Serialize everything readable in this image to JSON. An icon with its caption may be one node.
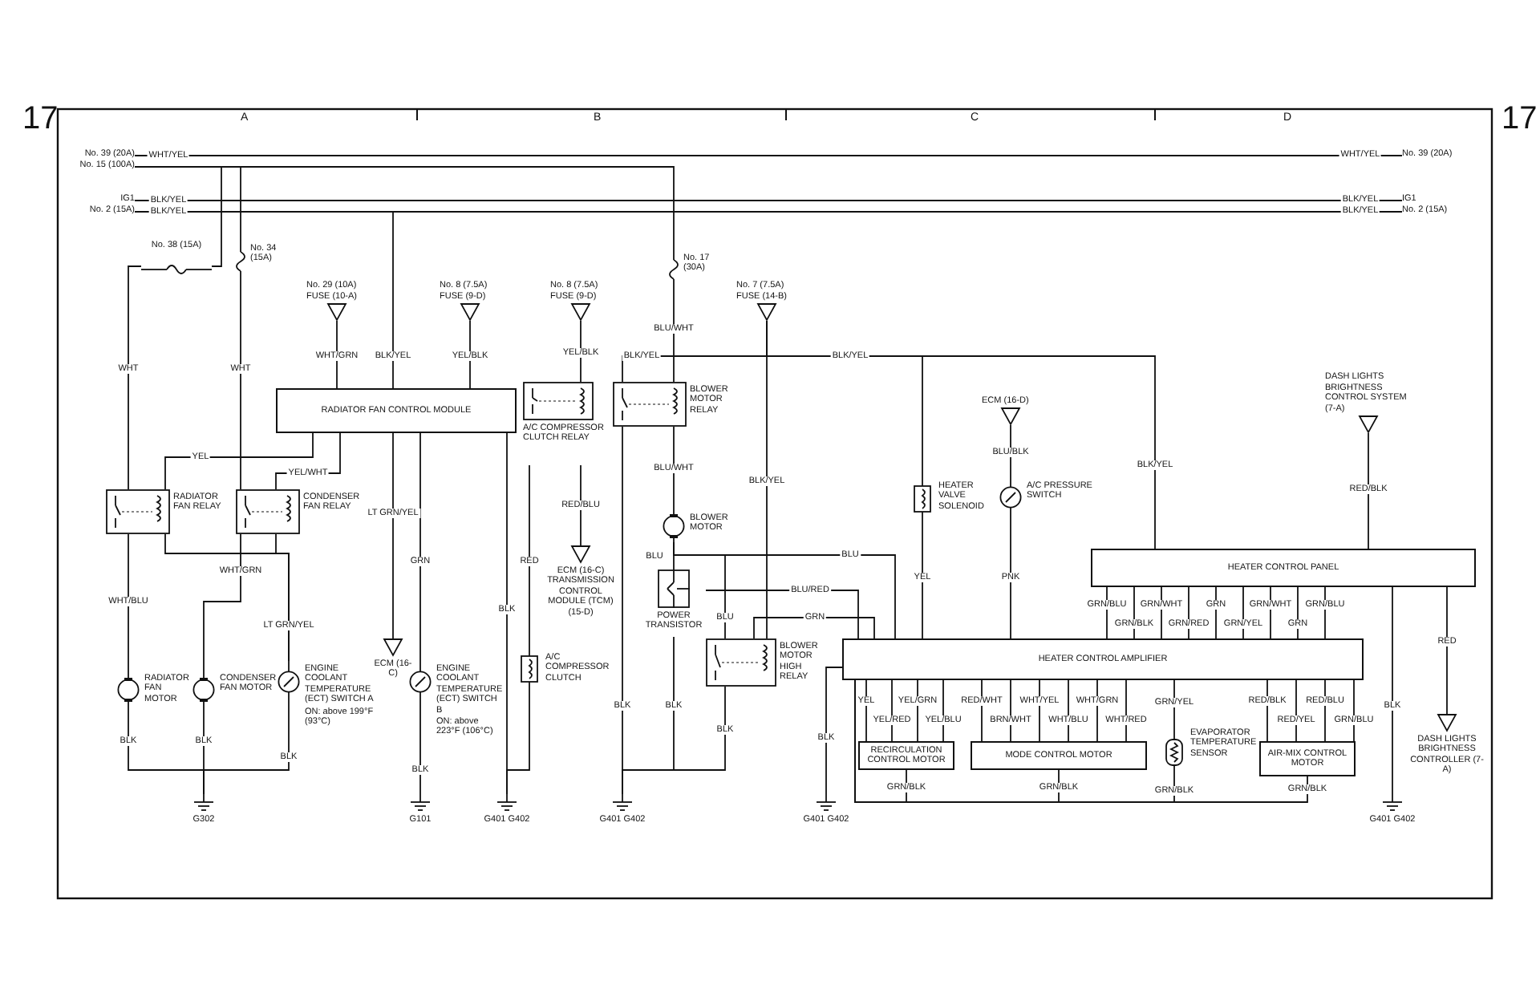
{
  "diagram": {
    "nodes": [
      {
        "text": [
          "No. 39 (20A)"
        ]
      },
      {
        "text": [
          "No. 15 (100A)"
        ]
      },
      {
        "text": [
          "IG1"
        ]
      },
      {
        "text": [
          "No. 2 (15A)"
        ]
      },
      {
        "text": [
          "No. 39 (20A)"
        ]
      },
      {
        "text": [
          "IG1"
        ]
      },
      {
        "text": [
          "No. 2 (15A)"
        ]
      },
      {
        "text": [
          "No. 38 (15A)"
        ]
      },
      {
        "text": [
          "No. 34 (15A)"
        ]
      },
      {
        "text": [
          "No. 29 (10A) FUSE (10-A)"
        ]
      },
      {
        "text": [
          "No. 8 (7.5A) FUSE (9-D)"
        ]
      },
      {
        "text": [
          "No. 8 (7.5A) FUSE (9-D)"
        ]
      },
      {
        "text": [
          "No. 17 (30A)"
        ]
      },
      {
        "text": [
          "No. 7 (7.5A) FUSE (14-B)"
        ]
      },
      {
        "text": [
          "RADIATOR FAN CONTROL MODULE"
        ]
      },
      {
        "text": [
          "RADIATOR FAN RELAY"
        ]
      },
      {
        "text": [
          "CONDENSER FAN RELAY"
        ]
      },
      {
        "text": [
          "RADIATOR FAN MOTOR"
        ]
      },
      {
        "text": [
          "CONDENSER FAN MOTOR"
        ]
      },
      {
        "text": [
          "ENGINE COOLANT TEMPERATURE (ECT) SWITCH A",
          "ON: above 199°F (93°C)"
        ]
      },
      {
        "text": [
          "ECM (16-C)"
        ]
      },
      {
        "text": [
          "ENGINE COOLANT TEMPERATURE (ECT) SWITCH B",
          "ON: above 223°F (106°C)"
        ]
      },
      {
        "text": [
          "A/C COMPRESSOR CLUTCH RELAY"
        ]
      },
      {
        "text": [
          "BLOWER MOTOR RELAY"
        ]
      },
      {
        "text": [
          "BLOWER MOTOR"
        ]
      },
      {
        "text": [
          "POWER TRANSISTOR"
        ]
      },
      {
        "text": [
          "BLOWER MOTOR HIGH RELAY"
        ]
      },
      {
        "text": [
          "A/C COMPRESSOR CLUTCH"
        ]
      },
      {
        "text": [
          "ECM (16-C) TRANSMISSION CONTROL MODULE (TCM) (15-D)"
        ]
      },
      {
        "text": [
          "HEATER VALVE SOLENOID"
        ]
      },
      {
        "text": [
          "ECM (16-D)"
        ]
      },
      {
        "text": [
          "A/C PRESSURE SWITCH"
        ]
      },
      {
        "text": [
          "DASH LIGHTS BRIGHTNESS CONTROL SYSTEM (7-A)"
        ]
      },
      {
        "text": [
          "HEATER CONTROL PANEL"
        ]
      },
      {
        "text": [
          "HEATER CONTROL AMPLIFIER"
        ]
      },
      {
        "text": [
          "RECIRCULATION CONTROL MOTOR"
        ]
      },
      {
        "text": [
          "MODE CONTROL MOTOR"
        ]
      },
      {
        "text": [
          "EVAPORATOR TEMPERATURE SENSOR"
        ]
      },
      {
        "text": [
          "AIR-MIX CONTROL MOTOR"
        ]
      },
      {
        "text": [
          "DASH LIGHTS BRIGHTNESS CONTROLLER (7-A)"
        ]
      },
      {
        "text": [
          "G302"
        ]
      },
      {
        "text": [
          "G101"
        ]
      },
      {
        "text": [
          "G401 G402"
        ]
      },
      {
        "text": [
          "G401 G402"
        ]
      },
      {
        "text": [
          "G401 G402"
        ]
      },
      {
        "text": [
          "G401 G402"
        ]
      }
    ],
    "edges": [
      {
        "from": 0,
        "to": 4,
        "arrow": "none",
        "label": "WHT/YEL"
      },
      {
        "from": 2,
        "to": 5,
        "arrow": "none",
        "label": "BLK/YEL"
      },
      {
        "from": 3,
        "to": 6,
        "arrow": "none",
        "label": "BLK/YEL"
      },
      {
        "from": 1,
        "to": 7,
        "arrow": "none"
      },
      {
        "from": 1,
        "to": 8,
        "arrow": "none"
      },
      {
        "from": 1,
        "to": 12,
        "arrow": "none"
      },
      {
        "from": 7,
        "to": 15,
        "arrow": "none",
        "label": "WHT"
      },
      {
        "from": 8,
        "to": 16,
        "arrow": "none",
        "label": "WHT"
      },
      {
        "from": 9,
        "to": 14,
        "arrow": "none",
        "label": "WHT/GRN"
      },
      {
        "from": 3,
        "to": 14,
        "arrow": "none",
        "label": "BLK/YEL"
      },
      {
        "from": 10,
        "to": 14,
        "arrow": "none",
        "label": "YEL/BLK"
      },
      {
        "from": 14,
        "to": 15,
        "arrow": "none",
        "label": "YEL"
      },
      {
        "from": 14,
        "to": 16,
        "arrow": "none",
        "label": "YEL/WHT"
      },
      {
        "from": 14,
        "to": 20,
        "arrow": "none",
        "label": "LT GRN/YEL"
      },
      {
        "from": 14,
        "to": 21,
        "arrow": "none",
        "label": "GRN"
      },
      {
        "from": 14,
        "to": 42,
        "arrow": "none",
        "label": "BLK"
      },
      {
        "from": 15,
        "to": 17,
        "arrow": "none",
        "label": "WHT/BLU"
      },
      {
        "from": 16,
        "to": 18,
        "arrow": "none",
        "label": "WHT/GRN"
      },
      {
        "from": 15,
        "to": 19,
        "arrow": "none"
      },
      {
        "from": 16,
        "to": 19,
        "arrow": "none",
        "label": "LT GRN/YEL"
      },
      {
        "from": 17,
        "to": 40,
        "arrow": "none",
        "label": "BLK"
      },
      {
        "from": 18,
        "to": 40,
        "arrow": "none",
        "label": "BLK"
      },
      {
        "from": 19,
        "to": 40,
        "arrow": "none",
        "label": "BLK"
      },
      {
        "from": 21,
        "to": 41,
        "arrow": "none",
        "label": "BLK"
      },
      {
        "from": 11,
        "to": 22,
        "arrow": "none",
        "label": "YEL/BLK"
      },
      {
        "from": 22,
        "to": 27,
        "arrow": "none",
        "label": "RED"
      },
      {
        "from": 22,
        "to": 28,
        "arrow": "none",
        "label": "RED/BLU"
      },
      {
        "from": 27,
        "to": 42,
        "arrow": "none"
      },
      {
        "from": 12,
        "to": 23,
        "arrow": "none",
        "label": "BLU/WHT"
      },
      {
        "from": 13,
        "to": 23,
        "arrow": "none",
        "label": "BLK/YEL"
      },
      {
        "from": 23,
        "to": 24,
        "arrow": "none",
        "label": "BLU/WHT"
      },
      {
        "from": 23,
        "to": 43,
        "arrow": "none",
        "label": "BLK"
      },
      {
        "from": 24,
        "to": 25,
        "arrow": "none",
        "label": "BLU"
      },
      {
        "from": 24,
        "to": 26,
        "arrow": "none",
        "label": "BLU"
      },
      {
        "from": 24,
        "to": 34,
        "arrow": "none",
        "label": "BLU"
      },
      {
        "from": 25,
        "to": 34,
        "arrow": "none",
        "label": "BLU/RED"
      },
      {
        "from": 25,
        "to": 43,
        "arrow": "none",
        "label": "BLK"
      },
      {
        "from": 26,
        "to": 43,
        "arrow": "none",
        "label": "BLK"
      },
      {
        "from": 13,
        "to": 26,
        "arrow": "none",
        "label": "BLK/YEL"
      },
      {
        "from": 26,
        "to": 34,
        "arrow": "none",
        "label": "GRN"
      },
      {
        "from": 13,
        "to": 29,
        "arrow": "none",
        "label": "BLK/YEL"
      },
      {
        "from": 29,
        "to": 34,
        "arrow": "none",
        "label": "YEL"
      },
      {
        "from": 30,
        "to": 31,
        "arrow": "none",
        "label": "BLU/BLK"
      },
      {
        "from": 31,
        "to": 34,
        "arrow": "none",
        "label": "PNK"
      },
      {
        "from": 13,
        "to": 33,
        "arrow": "none",
        "label": "BLK/YEL"
      },
      {
        "from": 32,
        "to": 33,
        "arrow": "none",
        "label": "RED/BLK"
      },
      {
        "from": 33,
        "to": 34,
        "arrow": "none",
        "label": "GRN/BLU"
      },
      {
        "from": 33,
        "to": 34,
        "arrow": "none",
        "label": "GRN/BLK"
      },
      {
        "from": 33,
        "to": 34,
        "arrow": "none",
        "label": "GRN/WHT"
      },
      {
        "from": 33,
        "to": 34,
        "arrow": "none",
        "label": "GRN/RED"
      },
      {
        "from": 33,
        "to": 34,
        "arrow": "none",
        "label": "GRN"
      },
      {
        "from": 33,
        "to": 34,
        "arrow": "none",
        "label": "GRN/YEL"
      },
      {
        "from": 33,
        "to": 34,
        "arrow": "none",
        "label": "GRN/WHT"
      },
      {
        "from": 33,
        "to": 34,
        "arrow": "none",
        "label": "GRN"
      },
      {
        "from": 33,
        "to": 34,
        "arrow": "none",
        "label": "GRN/BLU"
      },
      {
        "from": 33,
        "to": 45,
        "arrow": "none",
        "label": "BLK"
      },
      {
        "from": 33,
        "to": 39,
        "arrow": "none",
        "label": "RED"
      },
      {
        "from": 34,
        "to": 35,
        "arrow": "none",
        "label": "YEL"
      },
      {
        "from": 34,
        "to": 35,
        "arrow": "none",
        "label": "YEL/RED"
      },
      {
        "from": 34,
        "to": 35,
        "arrow": "none",
        "label": "YEL/GRN"
      },
      {
        "from": 34,
        "to": 35,
        "arrow": "none",
        "label": "YEL/BLU"
      },
      {
        "from": 34,
        "to": 36,
        "arrow": "none",
        "label": "RED/WHT"
      },
      {
        "from": 34,
        "to": 36,
        "arrow": "none",
        "label": "BRN/WHT"
      },
      {
        "from": 34,
        "to": 36,
        "arrow": "none",
        "label": "WHT/YEL"
      },
      {
        "from": 34,
        "to": 36,
        "arrow": "none",
        "label": "WHT/BLU"
      },
      {
        "from": 34,
        "to": 36,
        "arrow": "none",
        "label": "WHT/GRN"
      },
      {
        "from": 34,
        "to": 36,
        "arrow": "none",
        "label": "WHT/RED"
      },
      {
        "from": 34,
        "to": 37,
        "arrow": "none",
        "label": "GRN/YEL"
      },
      {
        "from": 34,
        "to": 38,
        "arrow": "none",
        "label": "RED/BLK"
      },
      {
        "from": 34,
        "to": 38,
        "arrow": "none",
        "label": "RED/YEL"
      },
      {
        "from": 34,
        "to": 38,
        "arrow": "none",
        "label": "RED/BLU"
      },
      {
        "from": 34,
        "to": 38,
        "arrow": "none",
        "label": "GRN/BLU"
      },
      {
        "from": 34,
        "to": 44,
        "arrow": "none",
        "label": "BLK"
      },
      {
        "from": 35,
        "to": 34,
        "arrow": "none",
        "label": "GRN/BLK"
      },
      {
        "from": 36,
        "to": 34,
        "arrow": "none",
        "label": "GRN/BLK"
      },
      {
        "from": 37,
        "to": 34,
        "arrow": "none",
        "label": "GRN/BLK"
      },
      {
        "from": 38,
        "to": 34,
        "arrow": "none",
        "label": "GRN/BLK"
      }
    ],
    "labels": [
      "17",
      "A",
      "B",
      "C",
      "D",
      "17",
      "WHT/YEL",
      "BLK/YEL",
      "BLK/YEL"
    ]
  }
}
